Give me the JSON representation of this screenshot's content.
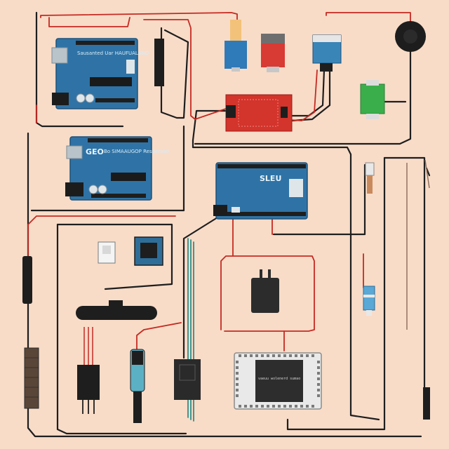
{
  "colors": {
    "background": "#f8dcc8",
    "board_blue": "#2f73a6",
    "wire_black": "#1e1e1e",
    "wire_red": "#c52a22",
    "wire_teal": "#2d8f8a",
    "red_board": "#d3342b",
    "green_module": "#3bae4c",
    "lcd_frame": "#e9e9e9"
  },
  "boards": {
    "top_left": {
      "text": "Sausanted Uar HAUFUALUND"
    },
    "middle_left": {
      "label": "GEO",
      "text": "Bo SIMAAUGOP Resperson"
    },
    "center": {
      "text": "SLEU"
    }
  },
  "lcd": {
    "text": "vaeuu wolenerd sumao"
  }
}
